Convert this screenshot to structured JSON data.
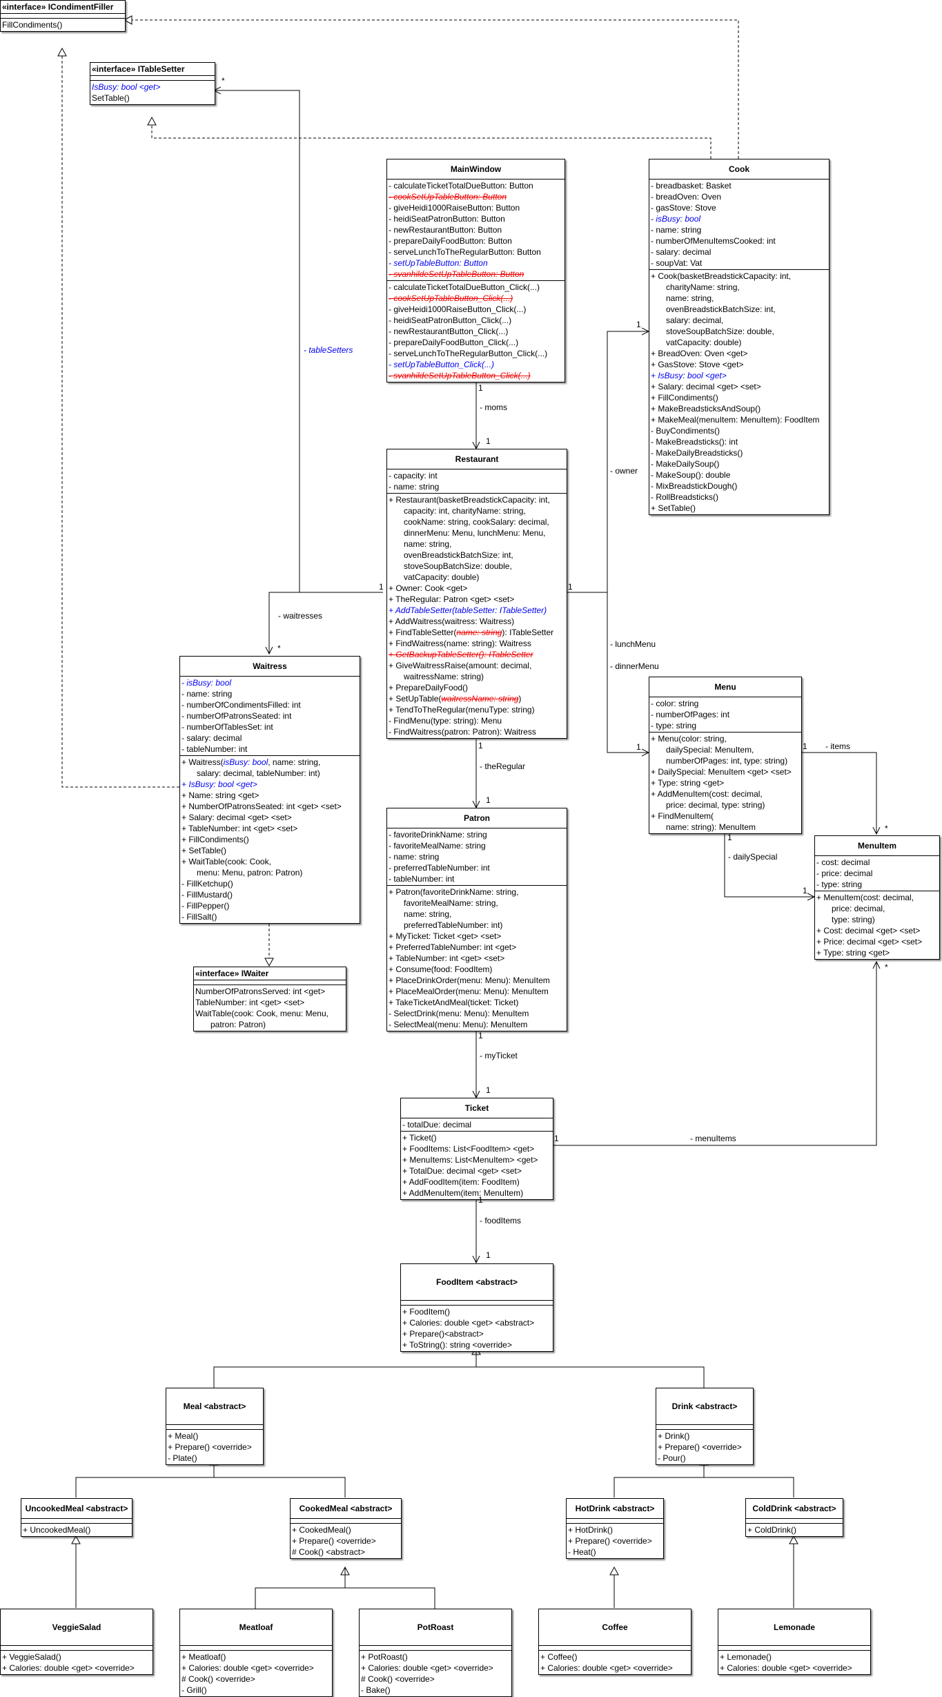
{
  "classes": {
    "icondimentfiller": {
      "title": "«interface» ICondimentFiller",
      "sections": [
        [],
        [
          {
            "t": "FillCondiments()"
          }
        ]
      ]
    },
    "itablesetter": {
      "title": "«interface» ITableSetter",
      "sections": [
        [],
        [
          {
            "t": "IsBusy: bool <get>",
            "s": "it"
          },
          {
            "t": "SetTable()"
          }
        ]
      ]
    },
    "mainwindow": {
      "title": "MainWindow",
      "sections": [
        [
          {
            "t": "- calculateTicketTotalDueButton: Button"
          },
          {
            "t": "- cookSetUpTableButton: Button",
            "s": "st"
          },
          {
            "t": "- giveHeidi1000RaiseButton: Button"
          },
          {
            "t": "- heidiSeatPatronButton: Button"
          },
          {
            "t": "- newRestaurantButton: Button"
          },
          {
            "t": "- prepareDailyFoodButton: Button"
          },
          {
            "t": "- serveLunchToTheRegularButton: Button"
          },
          {
            "t": "- setUpTableButton: Button",
            "s": "it"
          },
          {
            "t": "- svanhildeSetUpTableButton: Button",
            "s": "st"
          }
        ],
        [
          {
            "t": "- calculateTicketTotalDueButton_Click(...)"
          },
          {
            "t": "- cookSetUpTableButton_Click(...)",
            "s": "st"
          },
          {
            "t": "- giveHeidi1000RaiseButton_Click(...)"
          },
          {
            "t": "- heidiSeatPatronButton_Click(...)"
          },
          {
            "t": "- newRestaurantButton_Click(...)"
          },
          {
            "t": "- prepareDailyFoodButton_Click(...)"
          },
          {
            "t": "- serveLunchToTheRegularButton_Click(...)"
          },
          {
            "t": "- setUpTableButton_Click(...)",
            "s": "it"
          },
          {
            "t": "- svanhildeSetUpTableButton_Click(...)",
            "s": "st"
          }
        ]
      ]
    },
    "cook": {
      "title": "Cook",
      "sections": [
        [
          {
            "t": "- breadbasket: Basket"
          },
          {
            "t": "- breadOven: Oven"
          },
          {
            "t": "- gasStove: Stove"
          },
          {
            "t": "- isBusy: bool",
            "s": "it"
          },
          {
            "t": "- name: string"
          },
          {
            "t": "- numberOfMenuItemsCooked: int"
          },
          {
            "t": "- salary: decimal"
          },
          {
            "t": "- soupVat: Vat"
          }
        ],
        [
          {
            "t": "+ Cook(basketBreadstickCapacity: int,"
          },
          {
            "t": "charityName: string,",
            "i": 1
          },
          {
            "t": "name: string,",
            "i": 1
          },
          {
            "t": "ovenBreadstickBatchSize: int,",
            "i": 1
          },
          {
            "t": "salary: decimal,",
            "i": 1
          },
          {
            "t": "stoveSoupBatchSize: double,",
            "i": 1
          },
          {
            "t": "vatCapacity: double)",
            "i": 1
          },
          {
            "t": "+ BreadOven: Oven <get>"
          },
          {
            "t": "+ GasStove: Stove <get>"
          },
          {
            "t": "+ IsBusy: bool <get>",
            "s": "it"
          },
          {
            "t": "+ Salary: decimal <get> <set>"
          },
          {
            "t": "+ FillCondiments()"
          },
          {
            "t": "+ MakeBreadsticksAndSoup()"
          },
          {
            "t": "+ MakeMeal(menuItem: MenuItem): FoodItem"
          },
          {
            "t": "- BuyCondiments()"
          },
          {
            "t": "- MakeBreadsticks(): int"
          },
          {
            "t": "- MakeDailyBreadsticks()"
          },
          {
            "t": "- MakeDailySoup()"
          },
          {
            "t": "- MakeSoup(): double"
          },
          {
            "t": "- MixBreadstickDough()"
          },
          {
            "t": "- RollBreadsticks()"
          },
          {
            "t": "+ SetTable()"
          }
        ]
      ]
    },
    "restaurant": {
      "title": "Restaurant",
      "sections": [
        [
          {
            "t": "- capacity: int"
          },
          {
            "t": "- name: string"
          }
        ],
        [
          {
            "t": "+ Restaurant(basketBreadstickCapacity: int,"
          },
          {
            "t": "capacity: int, charityName: string,",
            "i": 1
          },
          {
            "t": "cookName: string, cookSalary: decimal,",
            "i": 1
          },
          {
            "t": "dinnerMenu: Menu, lunchMenu: Menu,",
            "i": 1
          },
          {
            "t": "name: string,",
            "i": 1
          },
          {
            "t": "ovenBreadstickBatchSize: int,",
            "i": 1
          },
          {
            "t": "stoveSoupBatchSize: double,",
            "i": 1
          },
          {
            "t": "vatCapacity: double)",
            "i": 1
          },
          {
            "t": "+ Owner: Cook <get>"
          },
          {
            "t": "+ TheRegular: Patron <get> <set>"
          },
          {
            "t": "+ AddTableSetter(tableSetter: ITableSetter)",
            "s": "it"
          },
          {
            "t": "+ AddWaitress(waitress: Waitress)"
          },
          {
            "r": [
              {
                "t": "+ FindTableSetter("
              },
              {
                "t": "name: string",
                "s": "stw"
              },
              {
                "t": "): ITableSetter"
              }
            ]
          },
          {
            "t": "+ FindWaitress(name: string): Waitress"
          },
          {
            "t": "+ GetBackupTableSetter(): ITableSetter",
            "s": "st"
          },
          {
            "t": "+ GiveWaitressRaise(amount: decimal,"
          },
          {
            "t": "waitressName: string)",
            "i": 1
          },
          {
            "t": "+ PrepareDailyFood()"
          },
          {
            "r": [
              {
                "t": "+ SetUpTable("
              },
              {
                "t": "waitressName: string",
                "s": "stw"
              },
              {
                "t": ")"
              }
            ]
          },
          {
            "t": "+ TendToTheRegular(menuType: string)"
          },
          {
            "t": "- FindMenu(type: string): Menu"
          },
          {
            "t": "- FindWaitress(patron: Patron): Waitress"
          }
        ]
      ]
    },
    "waitress": {
      "title": "Waitress",
      "sections": [
        [
          {
            "t": "- isBusy: bool",
            "s": "it"
          },
          {
            "t": "- name: string"
          },
          {
            "t": "- numberOfCondimentsFilled: int"
          },
          {
            "t": "- numberOfPatronsSeated: int"
          },
          {
            "t": "- numberOfTablesSet: int"
          },
          {
            "t": "- salary: decimal"
          },
          {
            "t": "- tableNumber: int"
          }
        ],
        [
          {
            "r": [
              {
                "t": "+ Waitress("
              },
              {
                "t": "isBusy: bool",
                "s": "it"
              },
              {
                "t": ", name: string,"
              }
            ]
          },
          {
            "t": "salary: decimal, tableNumber: int)",
            "i": 1
          },
          {
            "t": "+ IsBusy: bool <get>",
            "s": "it"
          },
          {
            "t": "+ Name: string <get>"
          },
          {
            "t": "+ NumberOfPatronsSeated: int <get> <set>"
          },
          {
            "t": "+ Salary: decimal <get> <set>"
          },
          {
            "t": "+ TableNumber: int <get> <set>"
          },
          {
            "t": "+ FillCondiments()"
          },
          {
            "t": "+ SetTable()"
          },
          {
            "t": "+ WaitTable(cook: Cook,"
          },
          {
            "t": "menu: Menu, patron: Patron)",
            "i": 1
          },
          {
            "t": "- FillKetchup()"
          },
          {
            "t": "- FillMustard()"
          },
          {
            "t": "- FillPepper()"
          },
          {
            "t": "- FillSalt()"
          }
        ]
      ]
    },
    "iwaiter": {
      "title": "«interface» IWaiter",
      "sections": [
        [],
        [
          {
            "t": "NumberOfPatronsServed: int <get>"
          },
          {
            "t": "TableNumber: int <get> <set>"
          },
          {
            "t": "WaitTable(cook: Cook, menu: Menu,"
          },
          {
            "t": "patron: Patron)",
            "i": 1
          }
        ]
      ]
    },
    "menu": {
      "title": "Menu",
      "sections": [
        [
          {
            "t": "- color: string"
          },
          {
            "t": "- numberOfPages: int"
          },
          {
            "t": "- type: string"
          }
        ],
        [
          {
            "t": "+ Menu(color: string,"
          },
          {
            "t": "dailySpecial: MenuItem,",
            "i": 1
          },
          {
            "t": "numberOfPages: int, type: string)",
            "i": 1
          },
          {
            "t": "+ DailySpecial: MenuItem <get> <set>"
          },
          {
            "t": "+ Type: string <get>"
          },
          {
            "t": "+ AddMenuItem(cost: decimal,"
          },
          {
            "t": "price: decimal, type: string)",
            "i": 1
          },
          {
            "t": "+ FindMenuItem("
          },
          {
            "t": "name: string): MenuItem",
            "i": 1
          }
        ]
      ]
    },
    "menuitem": {
      "title": "MenuItem",
      "sections": [
        [
          {
            "t": "- cost: decimal"
          },
          {
            "t": "- price: decimal"
          },
          {
            "t": "- type: string"
          }
        ],
        [
          {
            "t": "+ MenuItem(cost: decimal,"
          },
          {
            "t": "price: decimal,",
            "i": 1
          },
          {
            "t": "type: string)",
            "i": 1
          },
          {
            "t": "+ Cost: decimal <get> <set>"
          },
          {
            "t": "+ Price: decimal <get> <set>"
          },
          {
            "t": "+ Type: string <get>"
          }
        ]
      ]
    },
    "patron": {
      "title": "Patron",
      "sections": [
        [
          {
            "t": "- favoriteDrinkName: string"
          },
          {
            "t": "- favoriteMealName: string"
          },
          {
            "t": "- name: string"
          },
          {
            "t": "- preferredTableNumber: int"
          },
          {
            "t": "- tableNumber: int"
          }
        ],
        [
          {
            "t": "+ Patron(favoriteDrinkName: string,"
          },
          {
            "t": "favoriteMealName: string,",
            "i": 1
          },
          {
            "t": "name: string,",
            "i": 1
          },
          {
            "t": "preferredTableNumber: int)",
            "i": 1
          },
          {
            "t": "+ MyTicket: Ticket <get> <set>"
          },
          {
            "t": "+ PreferredTableNumber: int <get>"
          },
          {
            "t": "+ TableNumber: int <get> <set>"
          },
          {
            "t": "+ Consume(food: FoodItem)"
          },
          {
            "t": "+ PlaceDrinkOrder(menu: Menu): MenuItem"
          },
          {
            "t": "+ PlaceMealOrder(menu: Menu): MenuItem"
          },
          {
            "t": "+ TakeTicketAndMeal(ticket: Ticket)"
          },
          {
            "t": "- SelectDrink(menu: Menu): MenuItem"
          },
          {
            "t": "- SelectMeal(menu: Menu): MenuItem"
          }
        ]
      ]
    },
    "ticket": {
      "title": "Ticket",
      "sections": [
        [
          {
            "t": "- totalDue: decimal"
          }
        ],
        [
          {
            "t": "+ Ticket()"
          },
          {
            "t": "+ FoodItems: List<FoodItem> <get>"
          },
          {
            "t": "+ MenuItems: List<MenuItem> <get>"
          },
          {
            "t": "+ TotalDue: decimal <get> <set>"
          },
          {
            "t": "+ AddFoodItem(item: FoodItem)"
          },
          {
            "t": "+ AddMenuItem(item: MenuItem)"
          }
        ]
      ]
    },
    "fooditem": {
      "title": "FoodItem <abstract>",
      "sections": [
        [],
        [
          {
            "t": "+ FoodItem()"
          },
          {
            "t": "+ Calories: double <get> <abstract>"
          },
          {
            "t": "+ Prepare()<abstract>"
          },
          {
            "t": "+ ToString(): string <override>"
          }
        ]
      ]
    },
    "meal": {
      "title": "Meal <abstract>",
      "sections": [
        [],
        [
          {
            "t": "+ Meal()"
          },
          {
            "t": "+ Prepare() <override>"
          },
          {
            "t": "- Plate()"
          }
        ]
      ]
    },
    "drink": {
      "title": "Drink <abstract>",
      "sections": [
        [],
        [
          {
            "t": "+ Drink()"
          },
          {
            "t": "+ Prepare() <override>"
          },
          {
            "t": "- Pour()"
          }
        ]
      ]
    },
    "uncookedmeal": {
      "title": "UncookedMeal <abstract>",
      "sections": [
        [],
        [
          {
            "t": "+ UncookedMeal()"
          }
        ]
      ]
    },
    "cookedmeal": {
      "title": "CookedMeal <abstract>",
      "sections": [
        [],
        [
          {
            "t": "+ CookedMeal()"
          },
          {
            "t": "+ Prepare() <override>"
          },
          {
            "t": "# Cook() <abstract>"
          }
        ]
      ]
    },
    "hotdrink": {
      "title": "HotDrink <abstract>",
      "sections": [
        [],
        [
          {
            "t": "+ HotDrink()"
          },
          {
            "t": "+ Prepare() <override>"
          },
          {
            "t": "- Heat()"
          }
        ]
      ]
    },
    "colddrink": {
      "title": "ColdDrink <abstract>",
      "sections": [
        [],
        [
          {
            "t": "+ ColdDrink()"
          }
        ]
      ]
    },
    "veggiesalad": {
      "title": "VeggieSalad",
      "sections": [
        [],
        [
          {
            "t": "+ VeggieSalad()"
          },
          {
            "t": "+ Calories: double <get> <override>"
          }
        ]
      ]
    },
    "meatloaf": {
      "title": "Meatloaf",
      "sections": [
        [],
        [
          {
            "t": "+ Meatloaf()"
          },
          {
            "t": "+ Calories: double <get> <override>"
          },
          {
            "t": "# Cook() <override>"
          },
          {
            "t": "- Grill()"
          }
        ]
      ]
    },
    "potroast": {
      "title": "PotRoast",
      "sections": [
        [],
        [
          {
            "t": "+ PotRoast()"
          },
          {
            "t": "+ Calories: double <get> <override>"
          },
          {
            "t": "# Cook() <override>"
          },
          {
            "t": "- Bake()"
          }
        ]
      ]
    },
    "coffee": {
      "title": "Coffee",
      "sections": [
        [],
        [
          {
            "t": "+ Coffee()"
          },
          {
            "t": "+ Calories: double <get> <override>"
          }
        ]
      ]
    },
    "lemonade": {
      "title": "Lemonade",
      "sections": [
        [],
        [
          {
            "t": "+ Lemonade()"
          },
          {
            "t": "+ Calories: double <get> <override>"
          }
        ]
      ]
    }
  },
  "associations": {
    "tableSetters": {
      "role": "- tableSetters",
      "mult": "*"
    },
    "moms": {
      "role": "- moms",
      "src": "1",
      "dst": "1"
    },
    "owner": {
      "role": "- owner",
      "src": "1",
      "dst": "1"
    },
    "waitresses": {
      "role": "- waitresses",
      "src": "1",
      "dst": "*"
    },
    "lunchMenu": {
      "role": "- lunchMenu"
    },
    "dinnerMenu": {
      "role": "- dinnerMenu",
      "dst": "1"
    },
    "items": {
      "role": "- items",
      "src": "1",
      "dst": "*"
    },
    "dailySpecial": {
      "role": "- dailySpecial",
      "src": "1",
      "dst": "1"
    },
    "theRegular": {
      "role": "- theRegular",
      "src": "1",
      "dst": "1"
    },
    "myTicket": {
      "role": "- myTicket",
      "src": "1",
      "dst": "1"
    },
    "menuItems": {
      "role": "- menuItems",
      "src": "1",
      "dst": "*"
    },
    "foodItems": {
      "role": "- foodItems",
      "src": "1",
      "dst": "1"
    }
  }
}
